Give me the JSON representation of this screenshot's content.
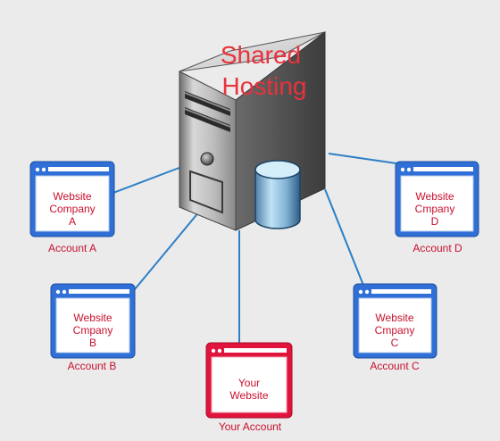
{
  "title": {
    "line1": "Shared",
    "line2": "Hosting"
  },
  "colors": {
    "window_blue": "#2f6fd6",
    "window_red": "#e0143c",
    "connector": "#2c7fc6",
    "label_red": "#c8102e",
    "title_red": "#e8323c"
  },
  "accounts": [
    {
      "id": "a",
      "lines": [
        "Website",
        "Company",
        "A"
      ],
      "caption": "Account A"
    },
    {
      "id": "b",
      "lines": [
        "Website",
        "Cmpany",
        "B"
      ],
      "caption": "Account B"
    },
    {
      "id": "c",
      "lines": [
        "Website",
        "Cmpany",
        "C"
      ],
      "caption": "Account C"
    },
    {
      "id": "d",
      "lines": [
        "Website",
        "Cmpany",
        "D"
      ],
      "caption": "Account D"
    },
    {
      "id": "yours",
      "lines": [
        "Your",
        "Website"
      ],
      "caption": "Your Account"
    }
  ],
  "icons": [
    "server-icon",
    "database-icon",
    "browser-window-icon"
  ]
}
